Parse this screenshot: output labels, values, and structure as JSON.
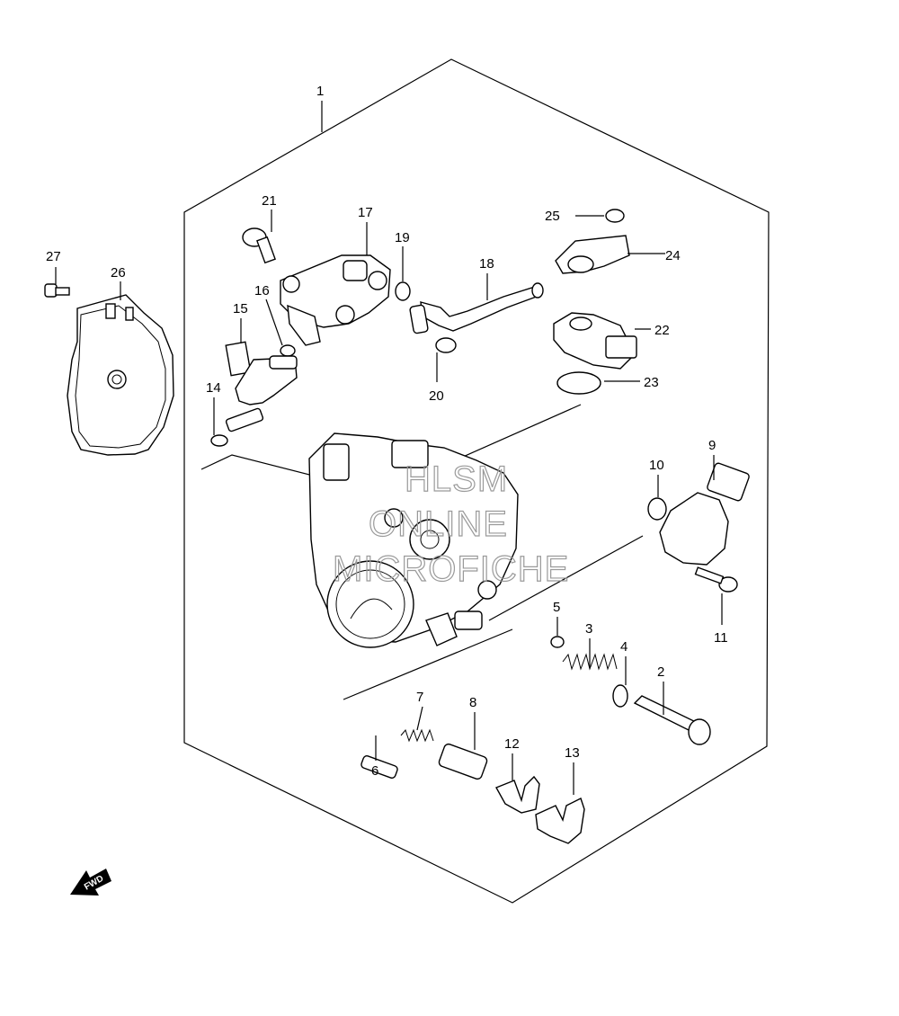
{
  "callouts": [
    {
      "id": "1",
      "text": "1"
    },
    {
      "id": "2",
      "text": "2"
    },
    {
      "id": "3",
      "text": "3"
    },
    {
      "id": "4",
      "text": "4"
    },
    {
      "id": "5",
      "text": "5"
    },
    {
      "id": "6",
      "text": "6"
    },
    {
      "id": "7",
      "text": "7"
    },
    {
      "id": "8",
      "text": "8"
    },
    {
      "id": "9",
      "text": "9"
    },
    {
      "id": "10",
      "text": "10"
    },
    {
      "id": "11",
      "text": "11"
    },
    {
      "id": "12",
      "text": "12"
    },
    {
      "id": "13",
      "text": "13"
    },
    {
      "id": "14",
      "text": "14"
    },
    {
      "id": "15",
      "text": "15"
    },
    {
      "id": "16",
      "text": "16"
    },
    {
      "id": "17",
      "text": "17"
    },
    {
      "id": "18",
      "text": "18"
    },
    {
      "id": "19",
      "text": "19"
    },
    {
      "id": "20",
      "text": "20"
    },
    {
      "id": "21",
      "text": "21"
    },
    {
      "id": "22",
      "text": "22"
    },
    {
      "id": "23",
      "text": "23"
    },
    {
      "id": "24",
      "text": "24"
    },
    {
      "id": "25",
      "text": "25"
    },
    {
      "id": "26",
      "text": "26"
    },
    {
      "id": "27",
      "text": "27"
    }
  ],
  "fwd_arrow": {
    "text": "FWD",
    "icon": "forward-arrow-icon"
  },
  "watermark": {
    "line1": "HLSM",
    "line2": "ONLINE",
    "line3": "MICROFICHE"
  },
  "colors": {
    "line": "#000000",
    "background": "#ffffff",
    "watermark": "#9a9a9a"
  }
}
